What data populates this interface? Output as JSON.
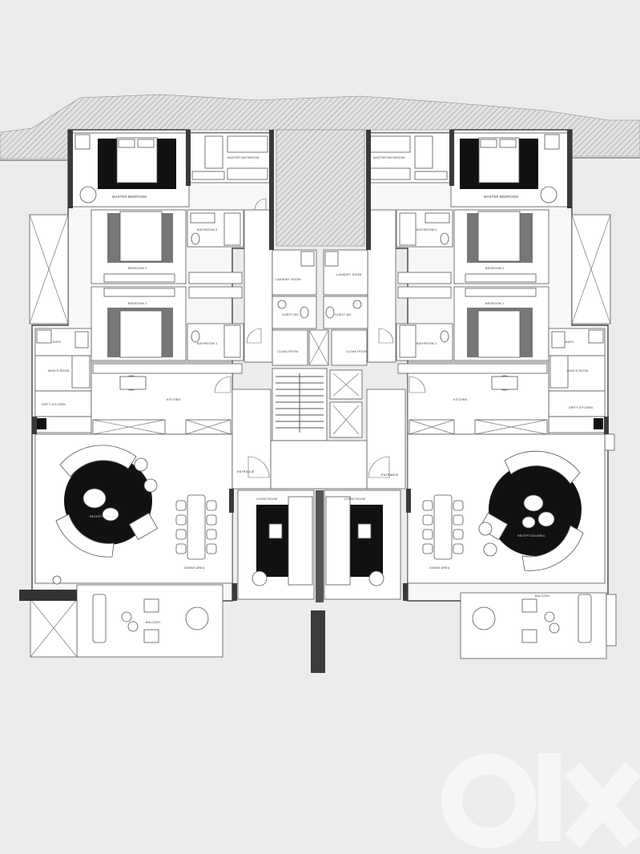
{
  "plan": {
    "left_unit": {
      "master_bedroom": "MASTER BEDROOM",
      "master_bathroom": "MASTER BATHROOM",
      "bedroom_2": "BEDROOM 2",
      "bathroom_2": "BATHROOM 2",
      "bedroom_1": "BEDROOM 1",
      "bathroom_1": "BATHROOM 1",
      "bath": "BATH",
      "maids_room": "MAID'S ROOM",
      "dirty_kitchen": "DIRTY KITCHEN",
      "kitchen": "KITCHEN",
      "reception_area": "RECEPTION AREA",
      "dining_area": "DINING AREA",
      "balcony": "BALCONY",
      "living_room": "LIVING ROOM",
      "entrance": "ENTRANCE"
    },
    "right_unit": {
      "master_bedroom": "MASTER BEDROOM",
      "master_bathroom": "MASTER BATHROOM",
      "bedroom_2": "BEDROOM 2",
      "bathroom_2": "BATHROOM 2",
      "bedroom_1": "BEDROOM 1",
      "bathroom_1": "BATHROOM 1",
      "bath": "BATH",
      "maids_room": "MAID'S ROOM",
      "dirty_kitchen": "DIRTY KITCHEN",
      "kitchen": "KITCHEN",
      "reception_area": "RECEPTION AREA",
      "dining_area": "DINING AREA",
      "balcony": "BALCONY",
      "living_room": "LIVING ROOM",
      "entrance": "ENTRANCE"
    },
    "core": {
      "laundry_left": "LAUNDRY ROOM",
      "laundry_right": "LAUNDRY ROOM",
      "guest_wc_left": "GUEST WC",
      "guest_wc_right": "GUEST WC",
      "cloak_left": "CLOAK ROOM",
      "cloak_right": "CLOAK ROOM"
    },
    "watermark": "olx"
  },
  "colors": {
    "background": "#ececec",
    "walls": "#3a3a3a",
    "dark_fill": "#111111",
    "rug": "#777777"
  }
}
